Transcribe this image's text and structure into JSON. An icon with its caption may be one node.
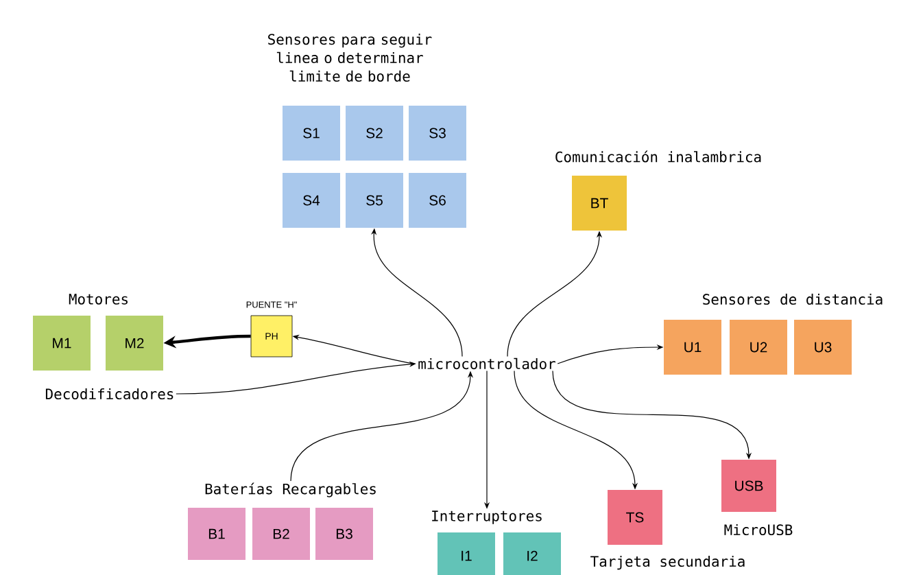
{
  "diagram": {
    "nodes": [
      {
        "text": [
          "microcontrolador"
        ]
      },
      {
        "text": [
          "S1"
        ]
      },
      {
        "text": [
          "S2"
        ]
      },
      {
        "text": [
          "S3"
        ]
      },
      {
        "text": [
          "S4"
        ]
      },
      {
        "text": [
          "S5"
        ]
      },
      {
        "text": [
          "S6"
        ]
      },
      {
        "text": [
          "BT"
        ]
      },
      {
        "text": [
          "M1"
        ]
      },
      {
        "text": [
          "M2"
        ]
      },
      {
        "text": [
          "PH"
        ],
        "beside": [
          "PUENTE \"H\""
        ]
      },
      {
        "text": [
          "Decodificadores"
        ]
      },
      {
        "text": [
          "U1"
        ]
      },
      {
        "text": [
          "U2"
        ]
      },
      {
        "text": [
          "U3"
        ]
      },
      {
        "text": [
          "Baterías Recargables"
        ]
      },
      {
        "text": [
          "B1"
        ]
      },
      {
        "text": [
          "B2"
        ]
      },
      {
        "text": [
          "B3"
        ]
      },
      {
        "text": [
          "Interruptores"
        ]
      },
      {
        "text": [
          "I1"
        ]
      },
      {
        "text": [
          "I2"
        ]
      },
      {
        "text": [
          "TS"
        ],
        "beside": [
          "Tarjeta secundaria"
        ]
      },
      {
        "text": [
          "USB"
        ],
        "beside": [
          "MicroUSB"
        ]
      }
    ],
    "edges": [
      {
        "from": 0,
        "to": 5,
        "arrow": "to"
      },
      {
        "from": 0,
        "to": 7,
        "arrow": "to"
      },
      {
        "from": 0,
        "to": 10,
        "arrow": "to"
      },
      {
        "from": 10,
        "to": 9,
        "arrow": "to",
        "style": "thick"
      },
      {
        "from": 11,
        "to": 0,
        "arrow": "to"
      },
      {
        "from": 0,
        "to": 12,
        "arrow": "to"
      },
      {
        "from": 15,
        "to": 0,
        "arrow": "to"
      },
      {
        "from": 0,
        "to": 19,
        "arrow": "to"
      },
      {
        "from": 0,
        "to": 22,
        "arrow": "to"
      },
      {
        "from": 0,
        "to": 23,
        "arrow": "to"
      }
    ],
    "labels": [
      "Sensores para seguir linea o determinar limite de borde",
      "Comunicación inalambrica",
      "Motores",
      "Sensores de distancia"
    ]
  }
}
